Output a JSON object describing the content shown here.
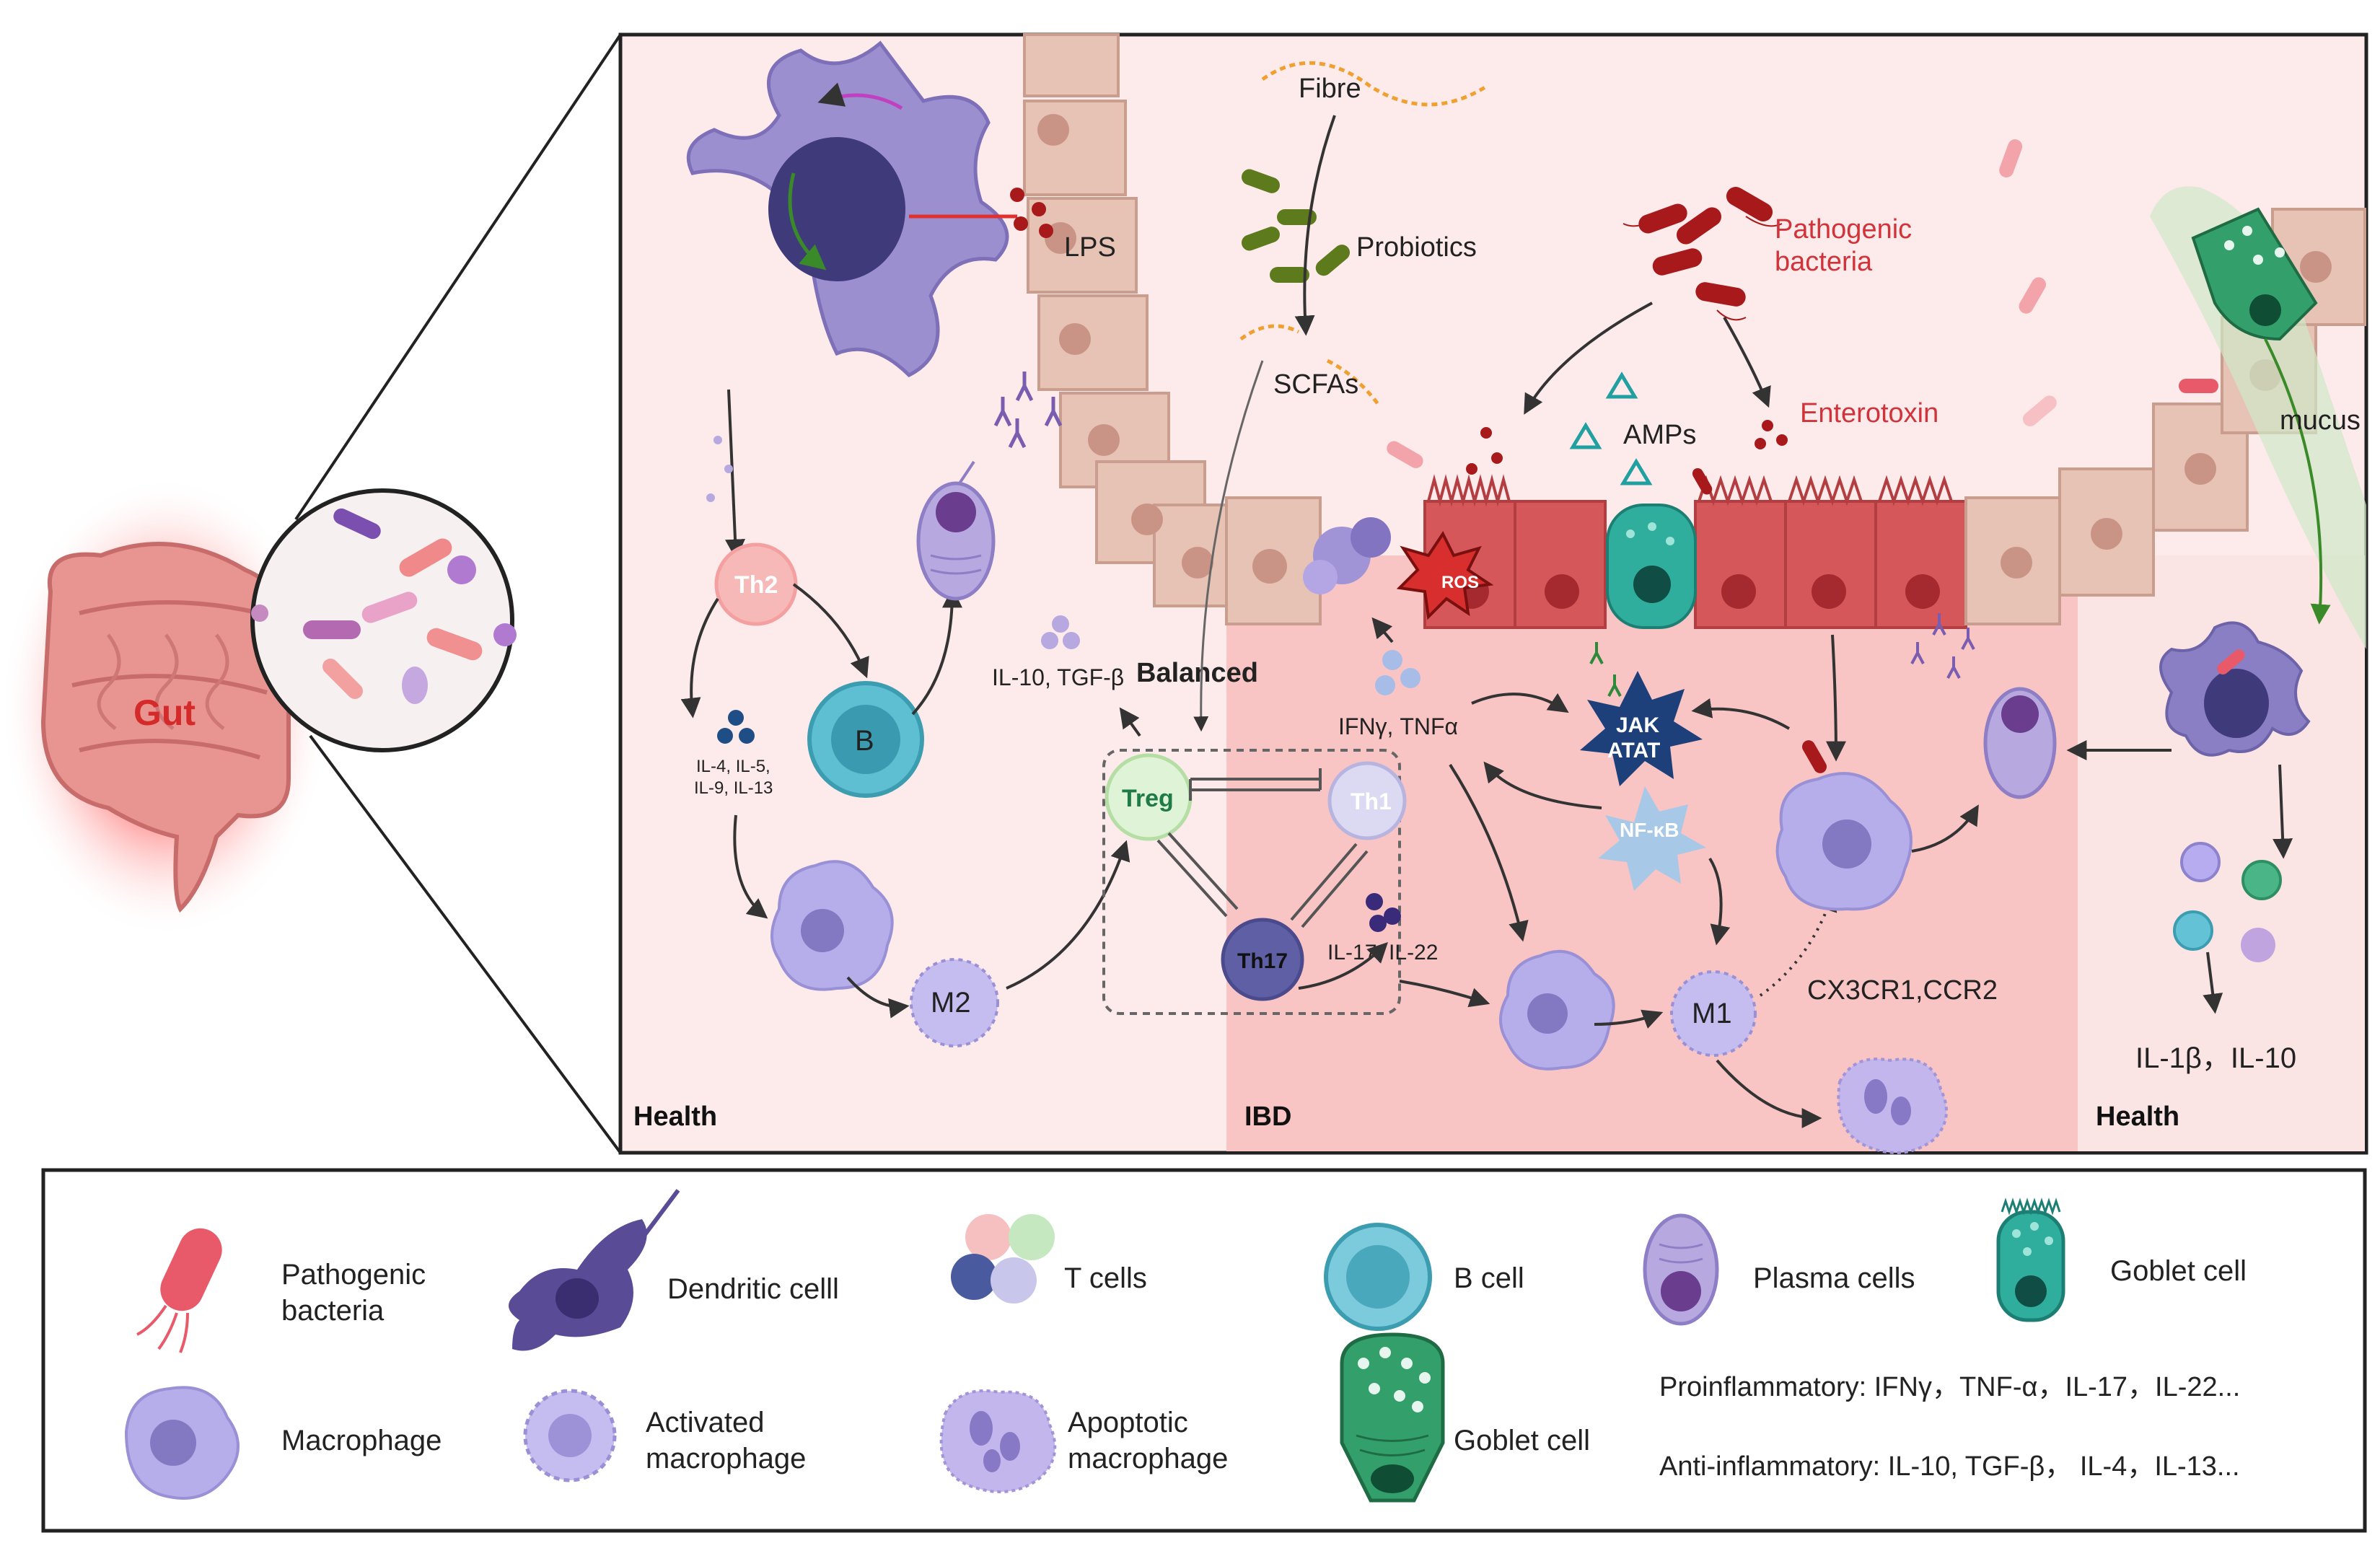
{
  "gut_label": "Gut",
  "main_panel": {
    "regions": {
      "health_left": "Health",
      "ibd": "IBD",
      "health_right": "Health"
    },
    "labels": {
      "lps": "LPS",
      "fibre": "Fibre",
      "probiotics": "Probiotics",
      "scfas": "SCFAs",
      "pathogenic_bacteria_line1": "Pathogenic",
      "pathogenic_bacteria_line2": "bacteria",
      "enterotoxin": "Enterotoxin",
      "amps": "AMPs",
      "mucus": "mucus",
      "ros": "ROS",
      "il10_tgfb": "IL-10, TGF-β",
      "balanced": "Balanced",
      "ifng_tnfa": "IFNγ, TNFα",
      "jak_line1": "JAK",
      "jak_line2": "ATAT",
      "nfkb": "NF-κB",
      "il4_line1": "IL-4, IL-5,",
      "il4_line2": "IL-9, IL-13",
      "il17_il22": "IL-17, IL-22",
      "cx3cr1_ccr2": "CX3CR1,CCR2",
      "il1b_il10": "IL-1β，IL-10"
    },
    "cells": {
      "th2": "Th2",
      "b": "B",
      "m2": "M2",
      "treg": "Treg",
      "th1": "Th1",
      "th17": "Th17",
      "m1": "M1"
    }
  },
  "legend": {
    "pathogenic_bacteria_line1": "Pathogenic",
    "pathogenic_bacteria_line2": "bacteria",
    "dendritic_cell": "Dendritic celll",
    "t_cells": "T cells",
    "b_cell": "B cell",
    "plasma_cells": "Plasma cells",
    "goblet_cell_top": "Goblet cell",
    "macrophage": "Macrophage",
    "activated_line1": "Activated",
    "activated_line2": "macrophage",
    "apoptotic_line1": "Apoptotic",
    "apoptotic_line2": "macrophage",
    "goblet_cell_bottom": "Goblet cell",
    "proinflammatory": "Proinflammatory: IFNγ，TNF-α，IL-17，IL-22...",
    "anti_inflammatory": "Anti-inflammatory: IL-10, TGF-β， IL-4，IL-13..."
  },
  "colors": {
    "health_bg": "#fdeaea",
    "ibd_bg": "#f8c4c4",
    "epithelium": "#e2b8a8",
    "inflamed_epithelium": "#d6575a",
    "immune_cell": "#9b8fd0",
    "pathogen": "#a8191c",
    "probiotic": "#5d7a1c",
    "goblet": "#33a06c",
    "text_red": "#d0343a"
  }
}
